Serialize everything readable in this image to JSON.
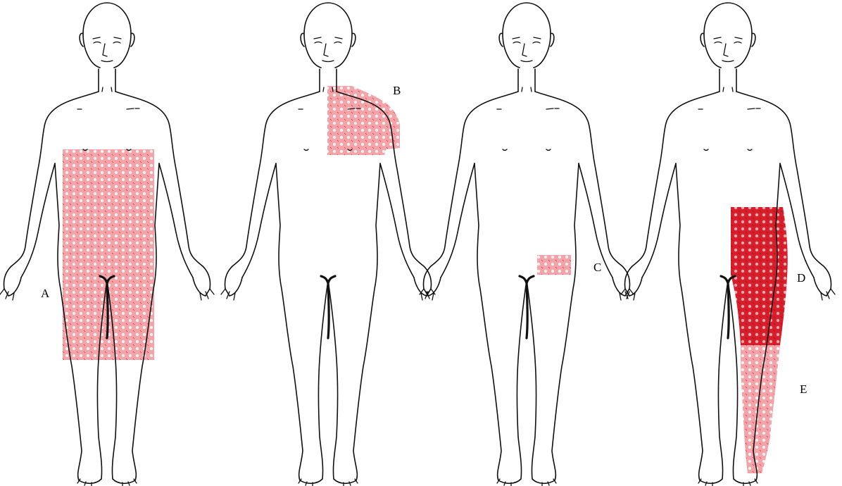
{
  "figures": [
    {
      "label": "A",
      "region": "trunk-and-thighs",
      "shading": "light"
    },
    {
      "label": "B",
      "region": "left-shoulder",
      "shading": "light"
    },
    {
      "label": "C",
      "region": "left-groin",
      "shading": "light"
    },
    {
      "label": "D",
      "region": "left-hip-and-thigh",
      "shading": "dark"
    },
    {
      "label": "E",
      "region": "left-lower-leg",
      "shading": "light"
    }
  ],
  "colors": {
    "outline": "#111111",
    "shade_light": "#f4a3a8",
    "shade_dark": "#d81e2a",
    "dot": "#ffffff"
  }
}
